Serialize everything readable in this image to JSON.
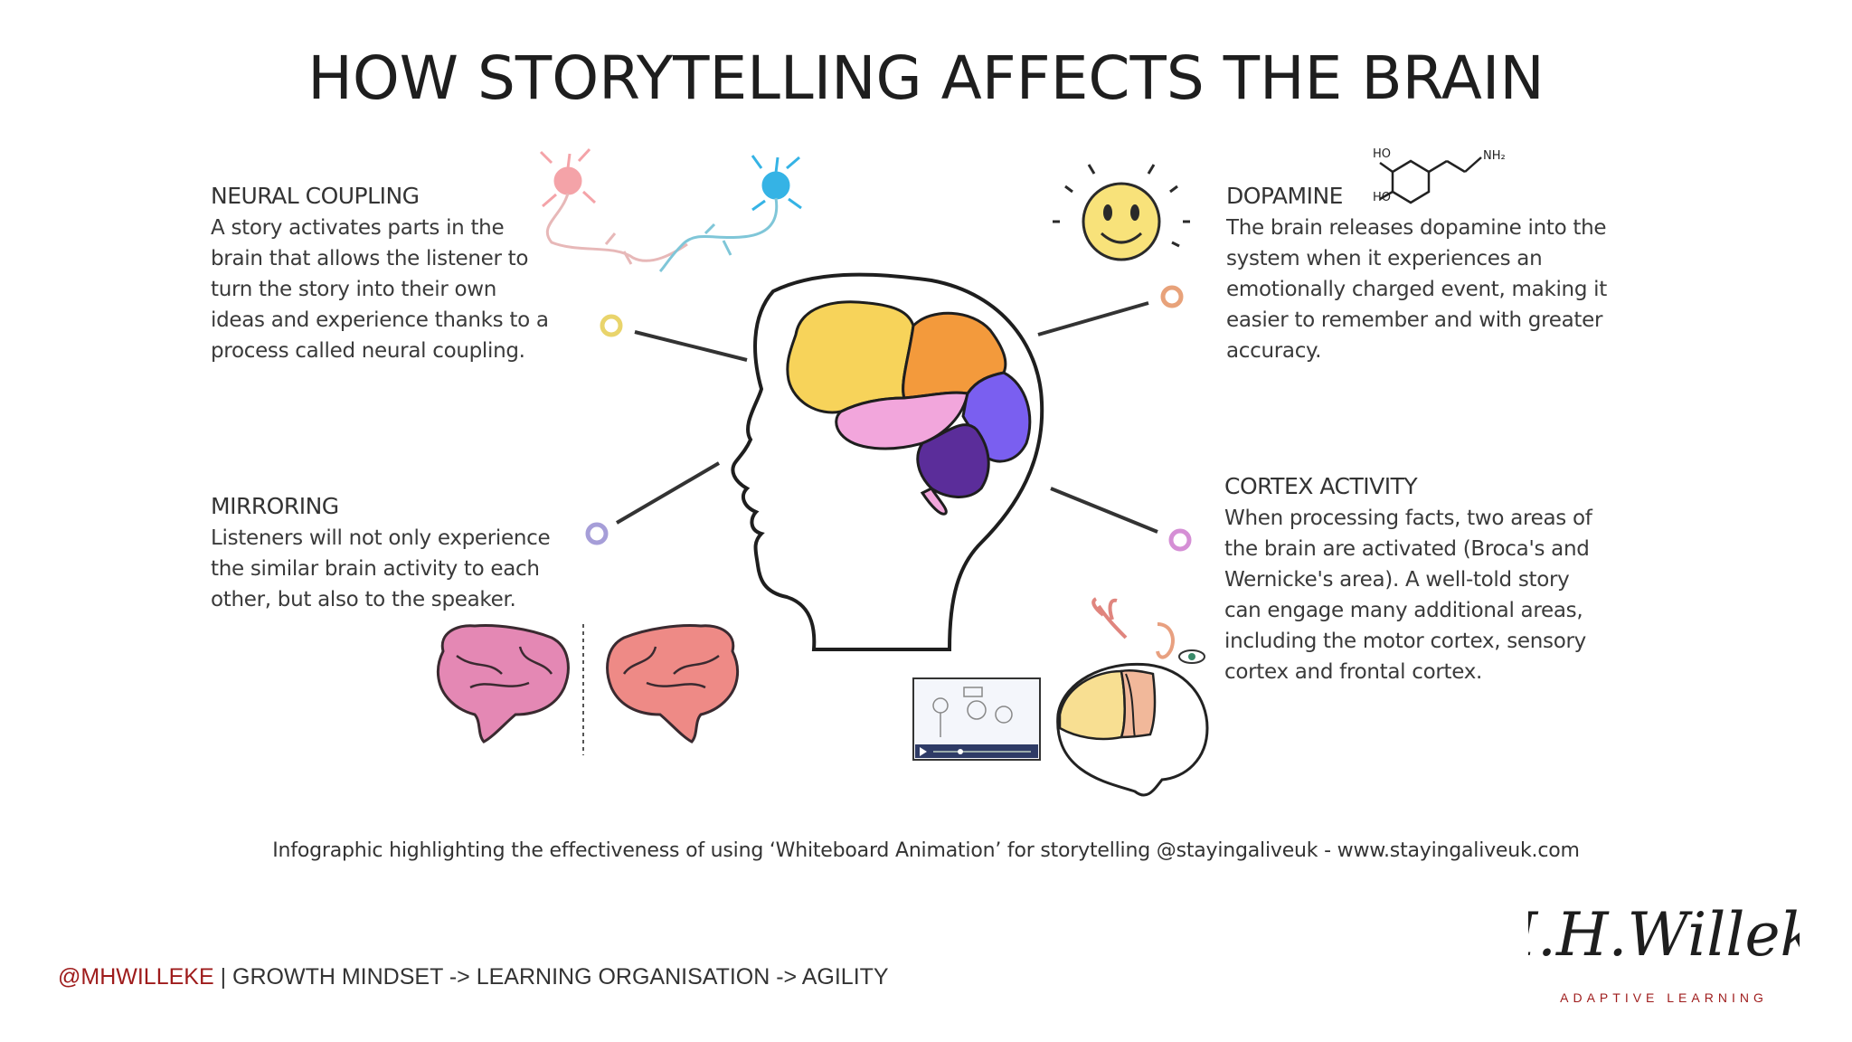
{
  "title": "HOW STORYTELLING AFFECTS THE BRAIN",
  "sections": {
    "neural_coupling": {
      "heading": "NEURAL COUPLING",
      "lines": [
        "A story activates parts in the",
        "brain that allows the listener to",
        "turn the story into their own",
        "ideas and experience thanks to a",
        "process called neural coupling."
      ]
    },
    "dopamine": {
      "heading": "DOPAMINE",
      "lines": [
        "The brain releases dopamine into the",
        "system when it experiences an",
        "emotionally charged event, making it",
        "easier to remember and with greater",
        "accuracy."
      ]
    },
    "mirroring": {
      "heading": "MIRRORING",
      "lines": [
        "Listeners will not only experience",
        "the similar brain activity to each",
        "other, but also to the speaker."
      ]
    },
    "cortex_activity": {
      "heading": "CORTEX ACTIVITY",
      "lines": [
        "When processing facts, two areas of",
        "the brain are activated (Broca's and",
        "Wernicke's area). A well-told story",
        "can engage many additional areas,",
        "including the motor cortex, sensory",
        "cortex and frontal cortex."
      ]
    }
  },
  "molecule_labels": {
    "ho_top": "HO",
    "ho_bottom": "HO",
    "nh2": "NH₂"
  },
  "caption": "Infographic highlighting the effectiveness of using ‘Whiteboard Animation’ for storytelling @stayingaliveuk - www.stayingaliveuk.com",
  "footer": {
    "handle": "@MHWILLEKE",
    "text": " | GROWTH MINDSET -> LEARNING ORGANISATION -> AGILITY"
  },
  "logo": {
    "signature": "M.H.Willeke",
    "tagline": "ADAPTIVE LEARNING"
  },
  "colors": {
    "brain_yellow": "#f7d35a",
    "brain_orange": "#f39a3c",
    "brain_pink": "#f2a6dc",
    "brain_blue": "#7a5ff0",
    "brain_purple": "#5b2d9a",
    "dot_yellow": "#e9d46b",
    "dot_orange": "#e8a27a",
    "dot_lavender": "#a69ed8",
    "dot_pink": "#d58fd5",
    "accent_red": "#9e1b1b"
  }
}
